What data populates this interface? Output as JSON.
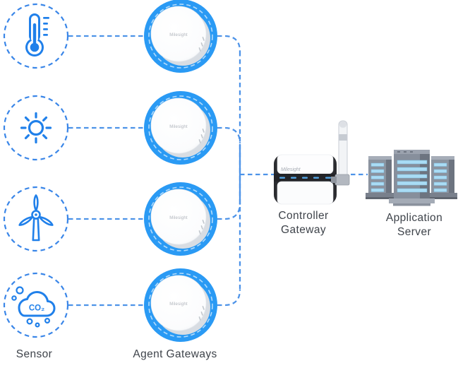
{
  "diagram": {
    "columns": {
      "sensor_label": "Sensor",
      "agent_gateways_label": "Agent Gateways",
      "controller_gateway_label": "Controller Gateway",
      "application_server_label": "Application Server"
    },
    "brand_logo": "Milesight",
    "co2_label": "CO₂",
    "sensors": [
      {
        "icon": "thermometer-icon"
      },
      {
        "icon": "sun-icon"
      },
      {
        "icon": "wind-turbine-icon"
      },
      {
        "icon": "co2-cloud-icon"
      }
    ],
    "agent_gateway_count": 4,
    "colors": {
      "connector_blue": "#4D93E8",
      "icon_blue": "#2080EA",
      "sensor_ring_blue": "#3A86E8",
      "gateway_blue": "#2A9AF4",
      "device_dark": "#2B2C30",
      "led_blue": "#55A7E8",
      "server_body_grey": "#8B939F",
      "server_shade_grey": "#6D7480",
      "server_slat_blue": "#A9DCF5",
      "label_grey": "#3E434A"
    }
  }
}
